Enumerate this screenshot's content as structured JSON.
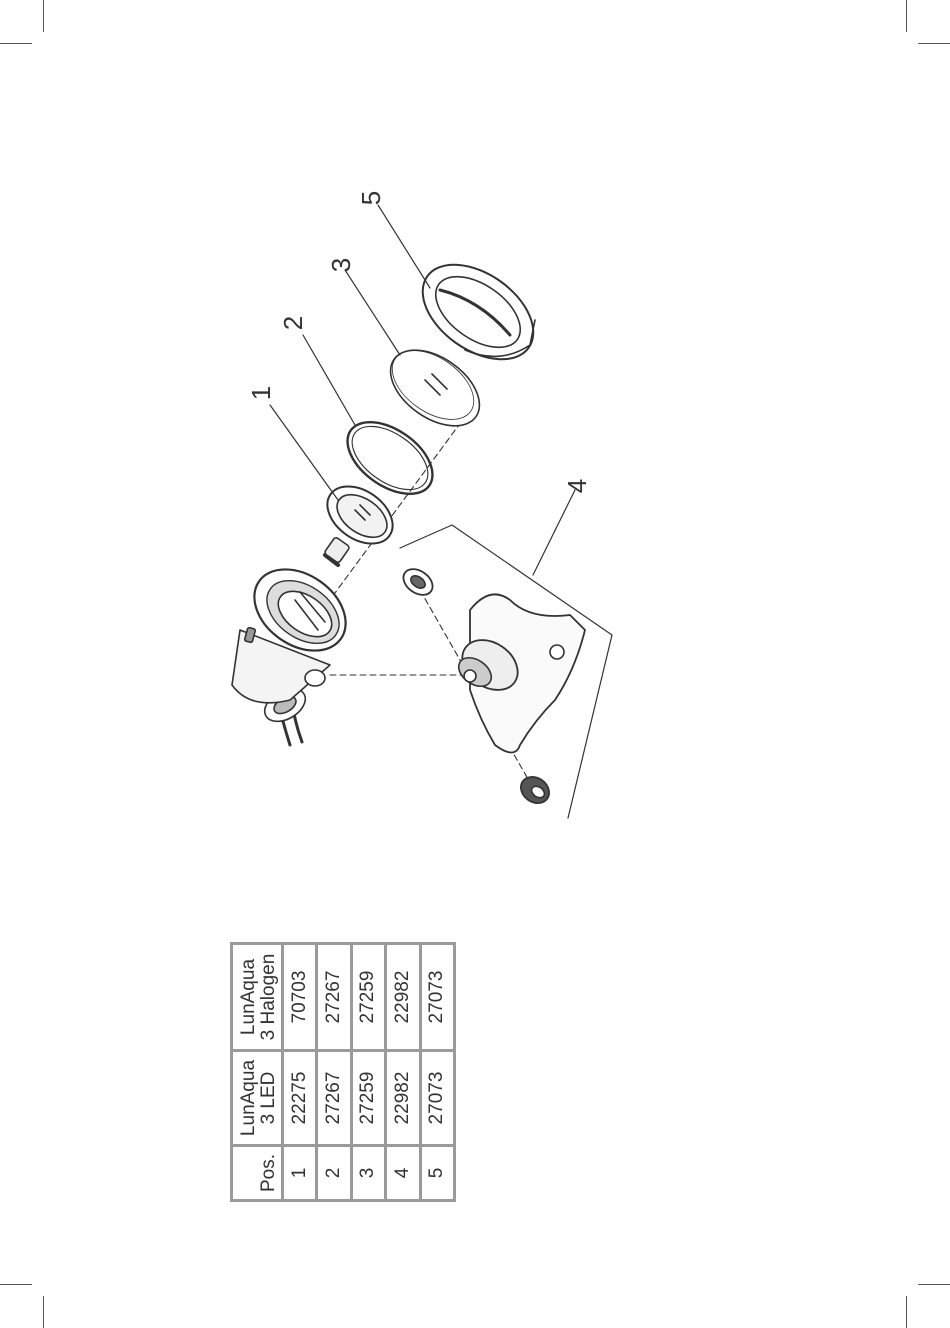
{
  "callouts": [
    "1",
    "2",
    "3",
    "4",
    "5"
  ],
  "parts_table": {
    "headers": {
      "pos": "Pos.",
      "led_line1": "LunAqua",
      "led_line2": "3 LED",
      "halogen_line1": "LunAqua",
      "halogen_line2": "3 Halogen"
    },
    "rows": [
      {
        "pos": "1",
        "led": "22275",
        "halogen": "70703"
      },
      {
        "pos": "2",
        "led": "27267",
        "halogen": "27267"
      },
      {
        "pos": "3",
        "led": "27259",
        "halogen": "27259"
      },
      {
        "pos": "4",
        "led": "22982",
        "halogen": "22982"
      },
      {
        "pos": "5",
        "led": "27073",
        "halogen": "27073"
      }
    ]
  }
}
